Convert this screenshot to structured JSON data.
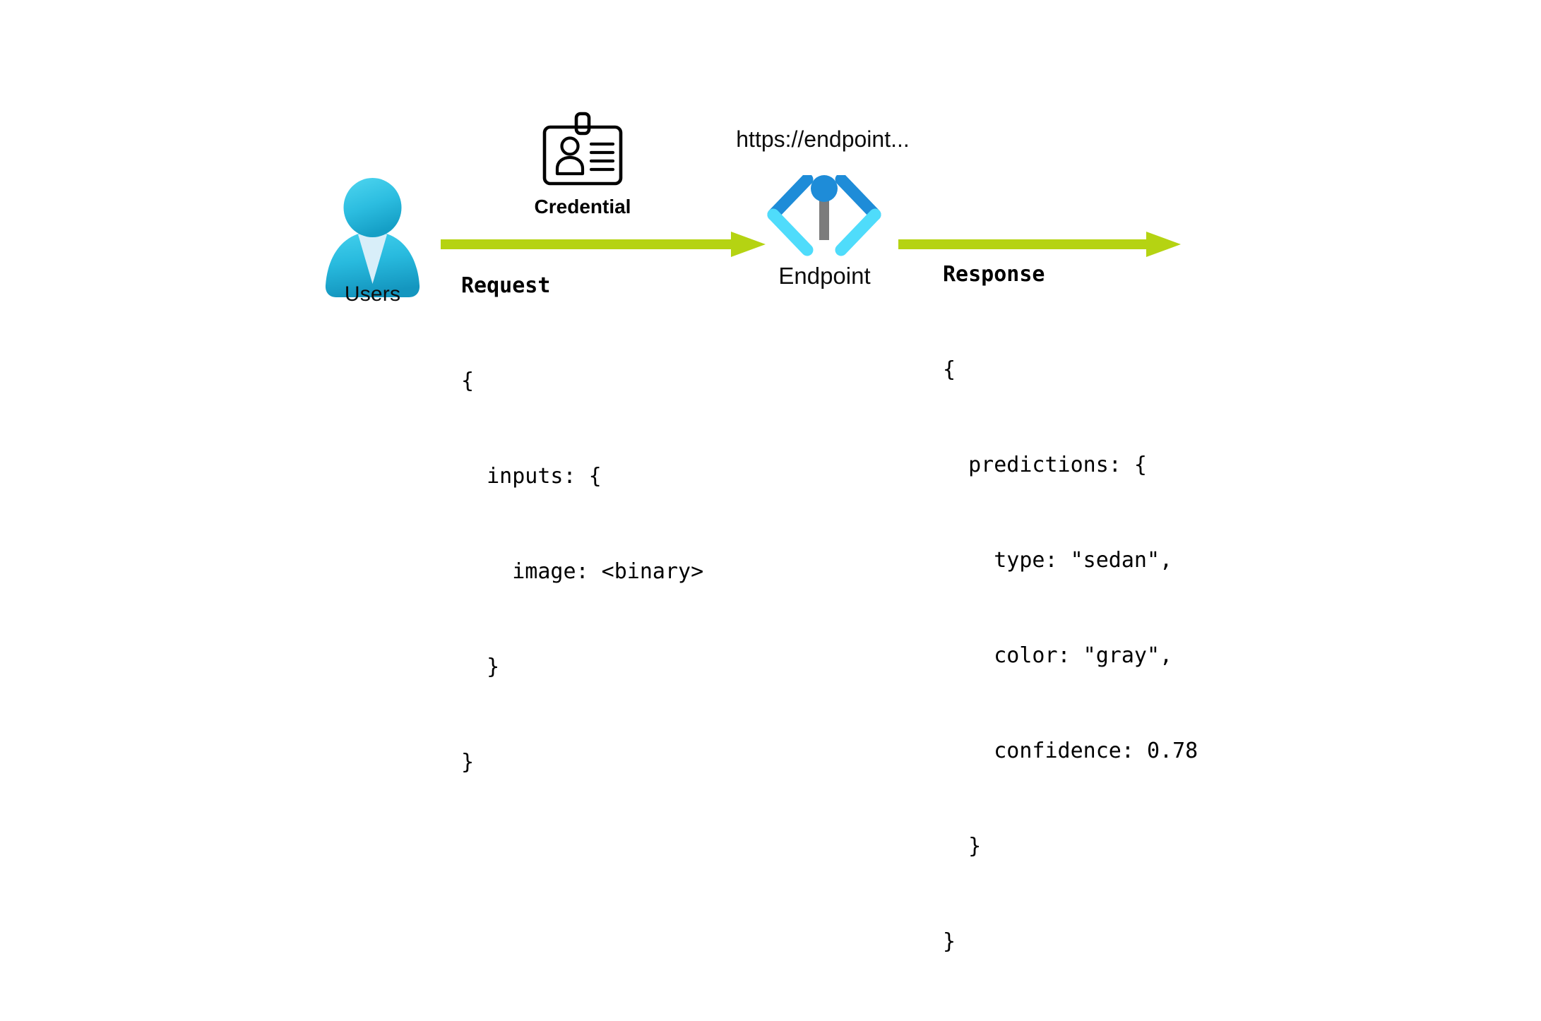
{
  "diagram": {
    "title": "Endpoint request and response flow",
    "background": "#ffffff"
  },
  "colors": {
    "arrow_green": "#b5d312",
    "person_cyan_light": "#3fd0ee",
    "person_cyan_dark": "#1b9fc4",
    "person_collar": "#d8eef9",
    "endpoint_blue": "#1e8cd8",
    "endpoint_cyan": "#4fdcfb",
    "endpoint_gray": "#7c7c7c",
    "icon_black": "#000000",
    "text_black": "#0d0d0d"
  },
  "actor": {
    "icon": "person-icon",
    "label": "Users"
  },
  "credential": {
    "icon": "id-badge-icon",
    "label": "Credential"
  },
  "arrows": {
    "request": {
      "name": "request-arrow",
      "direction": "right",
      "color": "#b5d312"
    },
    "response": {
      "name": "response-arrow",
      "direction": "right",
      "color": "#b5d312"
    }
  },
  "endpoint": {
    "icon": "code-brackets-icon",
    "url": "https://endpoint...",
    "label": "Endpoint"
  },
  "request": {
    "title": "Request",
    "lines": [
      "{",
      "  inputs: {",
      "    image: <binary>",
      "  }",
      "}"
    ]
  },
  "response": {
    "title": "Response",
    "lines": [
      "{",
      "  predictions: {",
      "    type: \"sedan\",",
      "    color: \"gray\",",
      "    confidence: 0.78",
      "  }",
      "}"
    ]
  }
}
